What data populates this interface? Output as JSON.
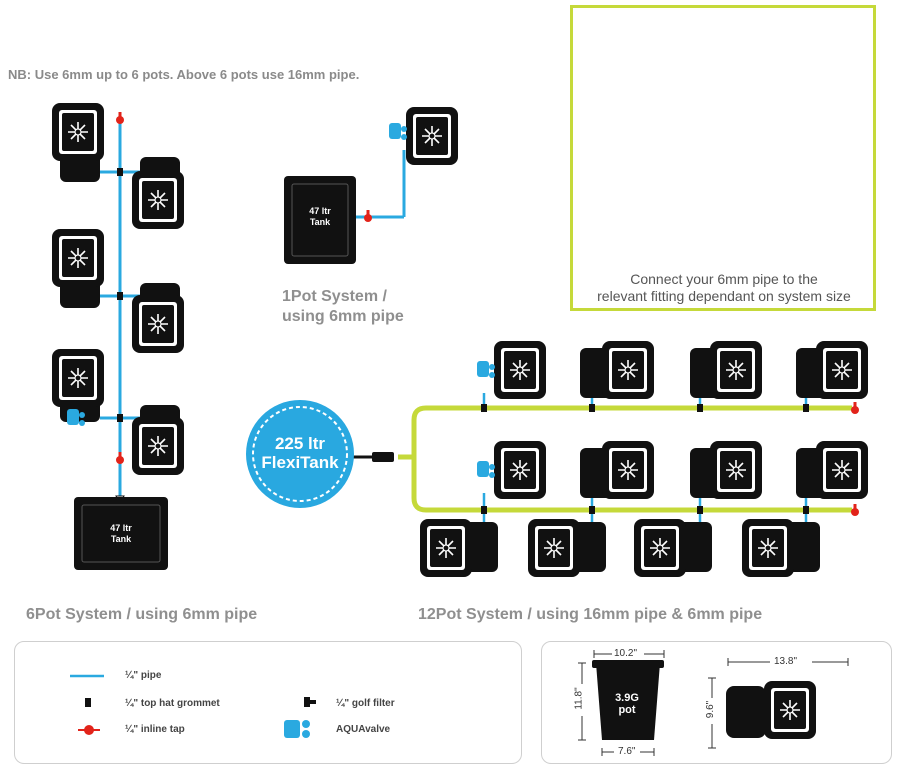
{
  "note": "NB: Use 6mm up to 6 pots. Above 6 pots use 16mm pipe.",
  "systems": {
    "one_pot": {
      "title_line1": "1Pot System /",
      "title_line2": "using 6mm pipe",
      "tank_line1": "47 ltr",
      "tank_line2": "Tank"
    },
    "six_pot": {
      "title": "6Pot System / using 6mm pipe",
      "tank_line1": "47 ltr",
      "tank_line2": "Tank"
    },
    "twelve_pot": {
      "title": "12Pot System / using 16mm pipe & 6mm pipe",
      "flexitank_line1": "225 ltr",
      "flexitank_line2": "FlexiTank"
    }
  },
  "fittings": {
    "caption_line1": "Connect your 6mm pipe to the",
    "caption_line2": "relevant fitting dependant on system size"
  },
  "legend": {
    "pipe": "¼\" pipe",
    "grommet": "¼\" top hat grommet",
    "tap": "¼\" inline tap",
    "golf_filter": "¼\" golf filter",
    "aquavalve": "AQUAvalve"
  },
  "dimensions": {
    "pot_top": "10.2\"",
    "pot_height": "11.8\"",
    "pot_bottom": "7.6\"",
    "pot_label_line1": "3.9G",
    "pot_label_line2": "pot",
    "tray_width": "13.8\"",
    "tray_depth": "9.6\""
  },
  "colors": {
    "pipe": "#2aa9e0",
    "pipe_16mm": "#c5d93a",
    "tap": "#e2231a",
    "pot": "#1a1a1a",
    "flexitank": "#29a8e0",
    "text_grey": "#8f8f8f"
  }
}
